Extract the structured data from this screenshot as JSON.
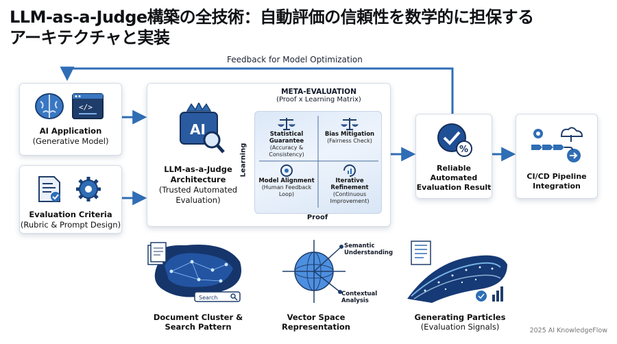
{
  "title_line1": "LLM-as-a-Judge構築の全技術：自動評価の信頼性を数学的に担保する",
  "title_line2": "アーキテクチャと実装",
  "feedback_label": "Feedback for Model Optimization",
  "ai_app": {
    "title": "AI Application",
    "sub": "(Generative Model)",
    "code_glyph": "</>"
  },
  "eval_criteria": {
    "title": "Evaluation Criteria",
    "sub": "(Rubric & Prompt Design)"
  },
  "judge": {
    "badge": "AI",
    "title1": "LLM-as-a-Judge",
    "title2": "Architecture",
    "sub1": "(Trusted Automated",
    "sub2": "Evaluation)"
  },
  "meta": {
    "title": "META-EVALUATION",
    "sub": "(Proof x Learning Matrix)",
    "y_axis": "Learning",
    "x_axis": "Proof",
    "cells": [
      {
        "title": "Statistical Guarantee",
        "sub1": "(Accuracy &",
        "sub2": "Consistency)"
      },
      {
        "title": "Bias Mitigation",
        "sub1": "(Fairness Check)",
        "sub2": ""
      },
      {
        "title": "Model Alignment",
        "sub1": "(Human Feedback",
        "sub2": "Loop)"
      },
      {
        "title": "Iterative Refinement",
        "sub1": "(Continuous",
        "sub2": "Improvement)"
      }
    ]
  },
  "result": {
    "line1": "Reliable",
    "line2": "Automated",
    "line3": "Evaluation Result",
    "badge": "%"
  },
  "cicd": {
    "line1": "CI/CD Pipeline",
    "line2": "Integration"
  },
  "bottom": [
    {
      "title1": "Document Cluster &",
      "title2": "Search Pattern",
      "search": "Search"
    },
    {
      "title1": "Vector Space",
      "title2": "Representation",
      "ann1a": "Semantic",
      "ann1b": "Understanding",
      "ann2a": "Contextual",
      "ann2b": "Analysis"
    },
    {
      "title1": "Generating Particles",
      "title2": "(Evaluation Signals)"
    }
  ],
  "footer": "2025 AI KnowledgeFlow",
  "colors": {
    "accent": "#1f5fa8",
    "arrow": "#2f6db5",
    "dark": "#0f1115"
  }
}
